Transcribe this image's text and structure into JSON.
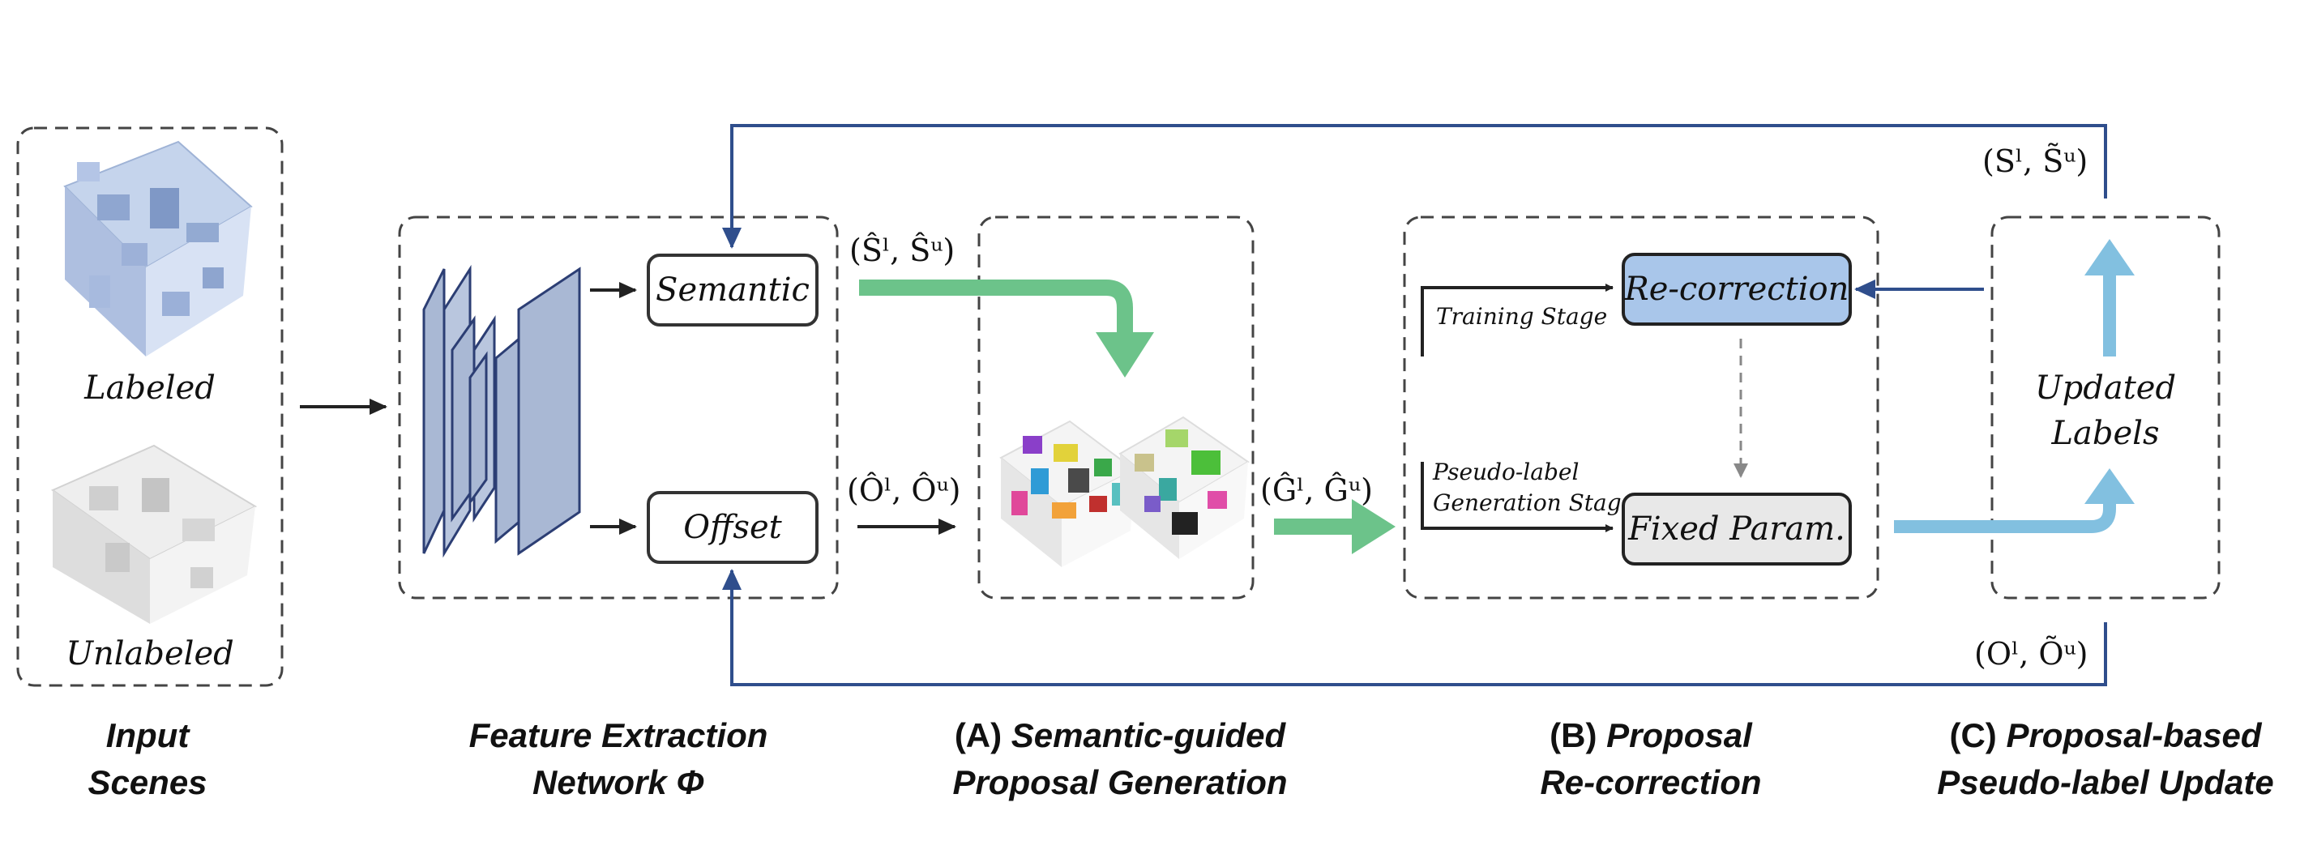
{
  "colors": {
    "dashed_border": "#444444",
    "feedback_arrow": "#2f4e8c",
    "green_arrow": "#6cc38a",
    "light_blue_arrow": "#82c0e0",
    "network_block_fill": "#a9b8d4",
    "network_block_stroke": "#2c3e74",
    "recorrection_fill": "#a9c6ea",
    "fixed_param_fill": "#e8e8e8",
    "dashed_arrow": "#888888"
  },
  "icons": {
    "labeled_scene": "labeled-3d-scene-icon",
    "unlabeled_scene": "unlabeled-3d-scene-icon",
    "network": "encoder-decoder-network-icon",
    "proposals": "instance-proposals-scene-icon"
  },
  "input": {
    "labeled": "Labeled",
    "unlabeled": "Unlabeled"
  },
  "heads": {
    "semantic": "Semantic",
    "offset": "Offset"
  },
  "symbols": {
    "semantic_pred": "(Ŝˡ, Ŝᵘ)",
    "offset_pred": "(Ôˡ, Ôᵘ)",
    "proposals": "(Ĝˡ, Ĝᵘ)",
    "updated_semantic": "(Sˡ, S̃ᵘ)",
    "updated_offset": "(Oˡ, Õᵘ)"
  },
  "recorrection": {
    "training_stage": "Training Stage",
    "pseudo_stage_line1": "Pseudo-label",
    "pseudo_stage_line2": "Generation Stage",
    "recorrection_label": "Re-correction",
    "fixed_param_label": "Fixed Param."
  },
  "update": {
    "line1": "Updated",
    "line2": "Labels"
  },
  "captions": {
    "input_line1": "Input",
    "input_line2": "Scenes",
    "feature_line1": "Feature Extraction",
    "feature_line2": "Network Φ",
    "a_prefix": "(A) ",
    "a_line1": "Semantic-guided",
    "a_line2": "Proposal Generation",
    "b_prefix": "(B) ",
    "b_line1": "Proposal",
    "b_line2": "Re-correction",
    "c_prefix": "(C) ",
    "c_line1": "Proposal-based",
    "c_line2": "Pseudo-label Update"
  }
}
